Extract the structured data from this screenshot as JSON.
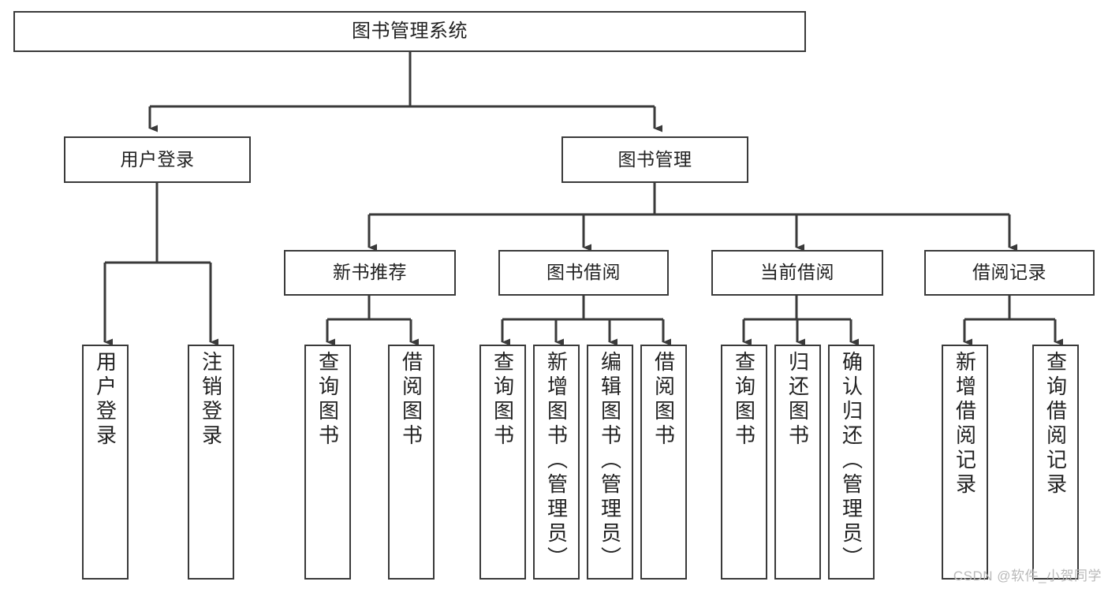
{
  "diagram": {
    "title": "图书管理系统",
    "type": "tree-hierarchy-diagram",
    "nodes": {
      "root": {
        "label": "图书管理系统"
      },
      "level2": [
        {
          "label": "用户登录"
        },
        {
          "label": "图书管理"
        }
      ],
      "level3": [
        {
          "label": "新书推荐"
        },
        {
          "label": "图书借阅"
        },
        {
          "label": "当前借阅"
        },
        {
          "label": "借阅记录"
        }
      ],
      "leaves": [
        {
          "label": "用户登录",
          "parent": "用户登录"
        },
        {
          "label": "注销登录",
          "parent": "用户登录"
        },
        {
          "label": "查询图书",
          "parent": "新书推荐"
        },
        {
          "label": "借阅图书",
          "parent": "新书推荐"
        },
        {
          "label": "查询图书",
          "parent": "图书借阅"
        },
        {
          "label": "新增图书（管理员）",
          "parent": "图书借阅"
        },
        {
          "label": "编辑图书（管理员）",
          "parent": "图书借阅"
        },
        {
          "label": "借阅图书",
          "parent": "图书借阅"
        },
        {
          "label": "查询图书",
          "parent": "当前借阅"
        },
        {
          "label": "归还图书",
          "parent": "当前借阅"
        },
        {
          "label": "确认归还（管理员）",
          "parent": "当前借阅"
        },
        {
          "label": "新增借阅记录",
          "parent": "借阅记录"
        },
        {
          "label": "查询借阅记录",
          "parent": "借阅记录"
        }
      ]
    },
    "watermark": "CSDN @软件_小贺同学",
    "colors": {
      "stroke": "#3a3a3a",
      "background": "#ffffff",
      "text": "#222222",
      "watermark": "#b9b9b9"
    }
  }
}
